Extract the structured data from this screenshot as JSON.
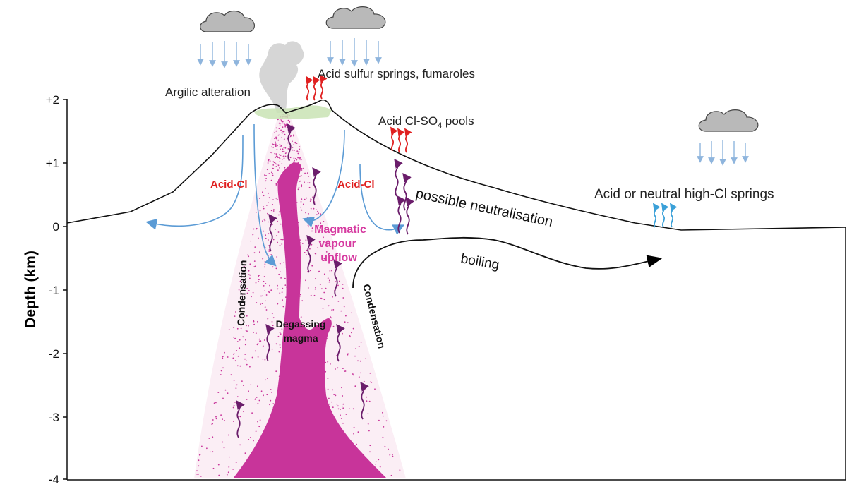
{
  "axis": {
    "title": "Depth (km)",
    "ticks": [
      "+2",
      "+1",
      "0",
      "-1",
      "-2",
      "-3",
      "-4"
    ]
  },
  "labels": {
    "argilic": "Argilic alteration",
    "acid_sulfur": "Acid sulfur springs, fumaroles",
    "acid_cl_so4_main": "Acid Cl-SO",
    "acid_cl_so4_sub": "4",
    "acid_cl_so4_tail": " pools",
    "acid_cl_left": "Acid-Cl",
    "acid_cl_right": "Acid-Cl",
    "neutralisation": "possible neutralisation",
    "springs": "Acid or neutral high-Cl springs",
    "magmatic_1": "Magmatic",
    "magmatic_2": "vapour",
    "magmatic_3": "upflow",
    "boiling": "boiling",
    "condensation_left": "Condensation",
    "condensation_right": "Condensation",
    "degassing_1": "Degassing",
    "degassing_2": "magma"
  },
  "colors": {
    "magma": "#c8349a",
    "vapour_arrow": "#6b1d6b",
    "hot_spring": "#e02020",
    "cold_spring": "#3aa0d8",
    "meteoric_arrow": "#5b9bd5",
    "rain": "#8fb5dd",
    "cloud": "#b9b9b9",
    "magmatic_text": "#d63aa0",
    "acid_cl_text": "#e02020"
  }
}
